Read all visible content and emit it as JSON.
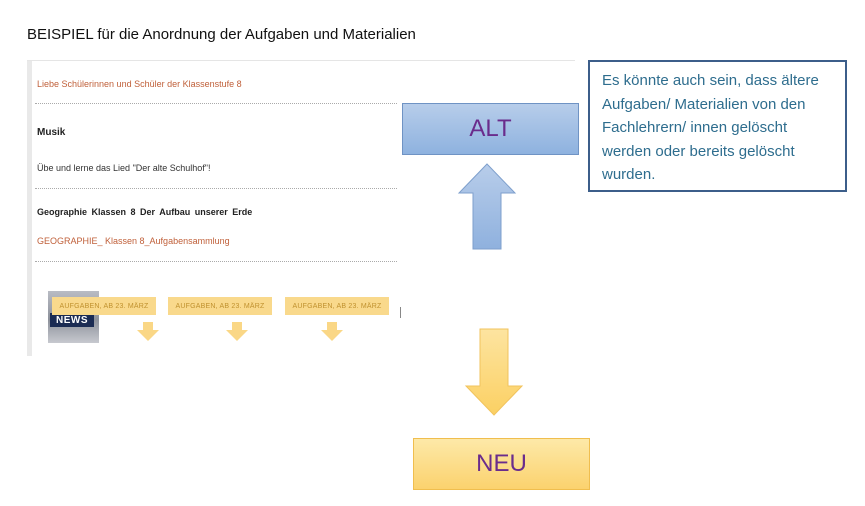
{
  "page_title": "BEISPIEL für die Anordnung der Aufgaben und Materialien",
  "website": {
    "greeting": "Liebe Schülerinnen und Schüler der Klassenstufe 8",
    "music_heading": "Musik",
    "music_task": "Übe und lerne das Lied \"Der alte Schulhof\"!",
    "geography_heading": "Geographie   Klassen 8    Der Aufbau unserer Erde",
    "geography_link": "GEOGRAPHIE_ Klassen 8_Aufgabensammlung",
    "news_thumb_label": "NEWS",
    "task_tags": [
      "AUFGABEN, AB 23. MÄRZ",
      "AUFGABEN, AB 23. MÄRZ",
      "AUFGABEN, AB 23. MÄRZ"
    ]
  },
  "diagram": {
    "alt_label": "ALT",
    "neu_label": "NEU",
    "note_text": "Es könnte auch sein, dass ältere Aufgaben/ Materialien von den Fachlehrern/ innen gelöscht werden oder bereits gelöscht wurden.",
    "colors": {
      "alt_fill": "#9dbbe3",
      "neu_fill": "#fcdc82",
      "label_text": "#6a2c8c",
      "note_border": "#3c5e8a",
      "note_text": "#2e6d8e",
      "up_arrow": "#9dbbe3",
      "down_arrow": "#fcd67a"
    }
  }
}
